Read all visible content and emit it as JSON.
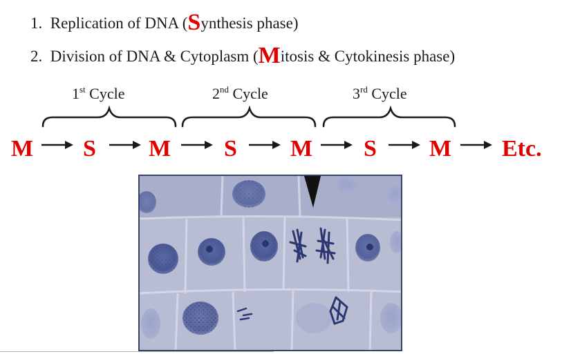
{
  "list": {
    "item1": {
      "number": "1.",
      "before": "Replication of DNA (",
      "highlight": "S",
      "after": "ynthesis phase)"
    },
    "item2": {
      "number": "2.",
      "before": "Division of DNA & Cytoplasm (",
      "highlight": "M",
      "after": "itosis & Cytokinesis phase)"
    }
  },
  "cycles": [
    {
      "ordinal": "1",
      "suffix": "st",
      "label": "Cycle"
    },
    {
      "ordinal": "2",
      "suffix": "nd",
      "label": "Cycle"
    },
    {
      "ordinal": "3",
      "suffix": "rd",
      "label": "Cycle"
    }
  ],
  "sequence": [
    "M",
    "S",
    "M",
    "S",
    "M",
    "S",
    "M",
    "Etc."
  ],
  "colors": {
    "accent": "#e00000",
    "text": "#1a1a1a",
    "frame": "#37426a"
  }
}
